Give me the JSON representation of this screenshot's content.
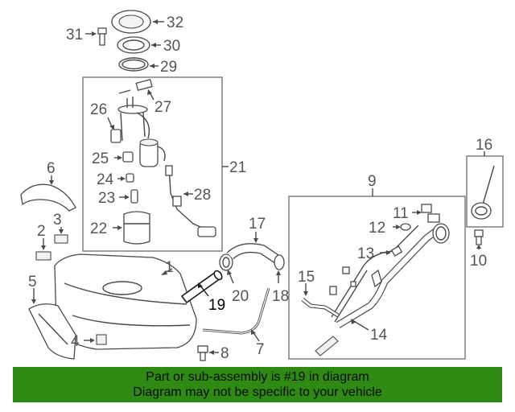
{
  "highlighted_part": "19",
  "callouts": {
    "p1": "1",
    "p2": "2",
    "p3": "3",
    "p4": "4",
    "p5": "5",
    "p6": "6",
    "p7": "7",
    "p8": "8",
    "p9": "9",
    "p10": "10",
    "p11": "11",
    "p12": "12",
    "p13": "13",
    "p14": "14",
    "p15": "15",
    "p16": "16",
    "p17": "17",
    "p18": "18",
    "p19": "19",
    "p20": "20",
    "p21": "21",
    "p22": "22",
    "p23": "23",
    "p24": "24",
    "p25": "25",
    "p26": "26",
    "p27": "27",
    "p28": "28",
    "p29": "29",
    "p30": "30",
    "p31": "31",
    "p32": "32"
  },
  "banner": {
    "line1": "Part or sub-assembly is #19 in diagram",
    "line2": "Diagram may not be specific to your vehicle",
    "color": "#2e8a12"
  }
}
